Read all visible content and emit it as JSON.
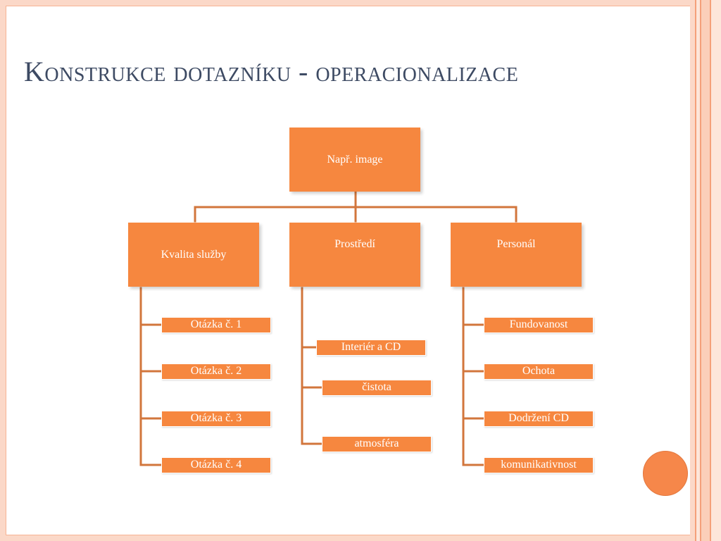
{
  "slide": {
    "title": "Konstrukce dotazníku - operacionalizace",
    "colors": {
      "title": "#3d4a63",
      "node_fill": "#f6873f",
      "connector": "#d2763c",
      "node_text": "#ffffff",
      "frame": "#fbd8c8"
    }
  },
  "diagram": {
    "root": {
      "label": "Např. image"
    },
    "branches": [
      {
        "label": "Kvalita služby",
        "items": [
          "Otázka č. 1",
          "Otázka č. 2",
          "Otázka č. 3",
          "Otázka č. 4"
        ]
      },
      {
        "label": "Prostředí",
        "items": [
          "Interiér a CD",
          "čistota",
          "atmosféra"
        ]
      },
      {
        "label": "Personál",
        "items": [
          "Fundovanost",
          "Ochota",
          "Dodržení CD",
          "komunikativnost"
        ]
      }
    ]
  }
}
